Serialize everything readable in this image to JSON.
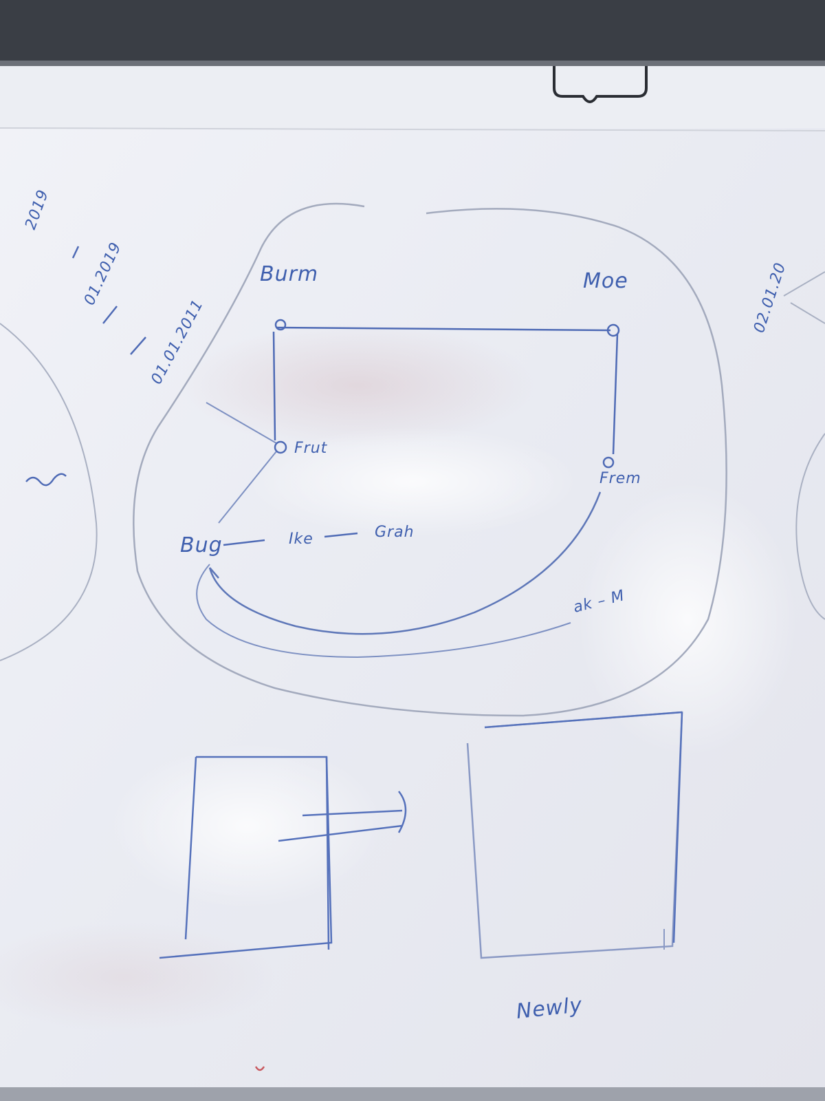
{
  "board": {
    "surface_color": "#eef0f5",
    "frame_color": "#3a3e45",
    "blue_ink": "#3f5fae",
    "faint_ink": "#a9b0c2"
  },
  "labels": {
    "top_left_date_1": "2019",
    "top_left_date_2": "01.2019",
    "top_left_date_3": "01.01.2011",
    "right_edge_date": "02.01.20",
    "node_top_left": "Burm",
    "node_top_right": "Moe",
    "node_mid": "Frut",
    "node_right": "Frem",
    "node_bottom_left": "Bug",
    "chain_middle": "Ike",
    "chain_right": "Grah",
    "lower_right_label": "ak – M",
    "bottom_label": "Newly"
  }
}
